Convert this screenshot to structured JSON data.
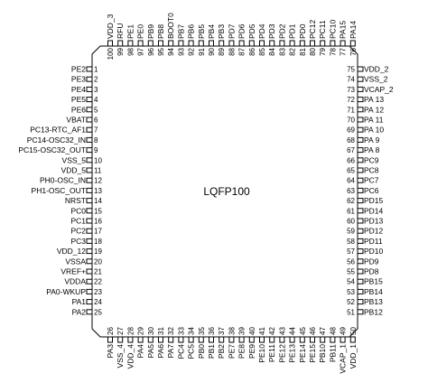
{
  "chip": {
    "package": "LQFP100",
    "left": [
      [
        "1",
        "PE2"
      ],
      [
        "2",
        "PE3"
      ],
      [
        "3",
        "PE4"
      ],
      [
        "4",
        "PE5"
      ],
      [
        "5",
        "PE6"
      ],
      [
        "6",
        "VBAT"
      ],
      [
        "7",
        "PC13-RTC_AF1"
      ],
      [
        "8",
        "PC14-OSC32_IN"
      ],
      [
        "9",
        "PC15-OSC32_OUT"
      ],
      [
        "10",
        "VSS_5"
      ],
      [
        "11",
        "VDD_5"
      ],
      [
        "12",
        "PH0-OSC_IN"
      ],
      [
        "13",
        "PH1-OSC_OUT"
      ],
      [
        "14",
        "NRST"
      ],
      [
        "15",
        "PC0"
      ],
      [
        "16",
        "PC1"
      ],
      [
        "17",
        "PC2"
      ],
      [
        "18",
        "PC3"
      ],
      [
        "19",
        "VDD_12"
      ],
      [
        "20",
        "VSSA"
      ],
      [
        "21",
        "VREF+"
      ],
      [
        "22",
        "VDDA"
      ],
      [
        "23",
        "PA0-WKUP"
      ],
      [
        "24",
        "PA1"
      ],
      [
        "25",
        "PA2"
      ]
    ],
    "bottom": [
      [
        "26",
        "PA3"
      ],
      [
        "27",
        "VSS_4"
      ],
      [
        "28",
        "VDD_4"
      ],
      [
        "29",
        "PA4"
      ],
      [
        "30",
        "PA5"
      ],
      [
        "31",
        "PA6"
      ],
      [
        "32",
        "PA7"
      ],
      [
        "33",
        "PC4"
      ],
      [
        "34",
        "PC5"
      ],
      [
        "35",
        "PB0"
      ],
      [
        "36",
        "PB1"
      ],
      [
        "37",
        "PB2"
      ],
      [
        "38",
        "PE7"
      ],
      [
        "39",
        "PE8"
      ],
      [
        "40",
        "PE9"
      ],
      [
        "41",
        "PE10"
      ],
      [
        "42",
        "PE11"
      ],
      [
        "43",
        "PE12"
      ],
      [
        "44",
        "PE13"
      ],
      [
        "45",
        "PE14"
      ],
      [
        "46",
        "PE15"
      ],
      [
        "47",
        "PB10"
      ],
      [
        "48",
        "PB11"
      ],
      [
        "49",
        "VCAP_1"
      ],
      [
        "50",
        "VDD_1"
      ]
    ],
    "right": [
      [
        "75",
        "VDD_2"
      ],
      [
        "74",
        "VSS_2"
      ],
      [
        "73",
        "VCAP_2"
      ],
      [
        "72",
        "PA 13"
      ],
      [
        "71",
        "PA 12"
      ],
      [
        "70",
        "PA 11"
      ],
      [
        "69",
        "PA 10"
      ],
      [
        "68",
        "PA 9"
      ],
      [
        "67",
        "PA 8"
      ],
      [
        "66",
        "PC9"
      ],
      [
        "65",
        "PC8"
      ],
      [
        "64",
        "PC7"
      ],
      [
        "63",
        "PC6"
      ],
      [
        "62",
        "PD15"
      ],
      [
        "61",
        "PD14"
      ],
      [
        "60",
        "PD13"
      ],
      [
        "59",
        "PD12"
      ],
      [
        "58",
        "PD11"
      ],
      [
        "57",
        "PD10"
      ],
      [
        "56",
        "PD9"
      ],
      [
        "55",
        "PD8"
      ],
      [
        "54",
        "PB15"
      ],
      [
        "53",
        "PB14"
      ],
      [
        "52",
        "PB13"
      ],
      [
        "51",
        "PB12"
      ]
    ],
    "top": [
      [
        "100",
        "VDD_3"
      ],
      [
        "99",
        "RFU"
      ],
      [
        "98",
        "PE1"
      ],
      [
        "97",
        "PE0"
      ],
      [
        "96",
        "PB9"
      ],
      [
        "95",
        "PB8"
      ],
      [
        "94",
        "BOOT0"
      ],
      [
        "93",
        "PB7"
      ],
      [
        "92",
        "PB6"
      ],
      [
        "91",
        "PB5"
      ],
      [
        "90",
        "PB4"
      ],
      [
        "89",
        "PB3"
      ],
      [
        "88",
        "PD7"
      ],
      [
        "87",
        "PD6"
      ],
      [
        "86",
        "PD5"
      ],
      [
        "85",
        "PD4"
      ],
      [
        "84",
        "PD3"
      ],
      [
        "83",
        "PD2"
      ],
      [
        "82",
        "PD1"
      ],
      [
        "81",
        "PD0"
      ],
      [
        "80",
        "PC12"
      ],
      [
        "79",
        "PC11"
      ],
      [
        "78",
        "PC10"
      ],
      [
        "77",
        "PA15"
      ],
      [
        "76",
        "PA14"
      ]
    ]
  }
}
